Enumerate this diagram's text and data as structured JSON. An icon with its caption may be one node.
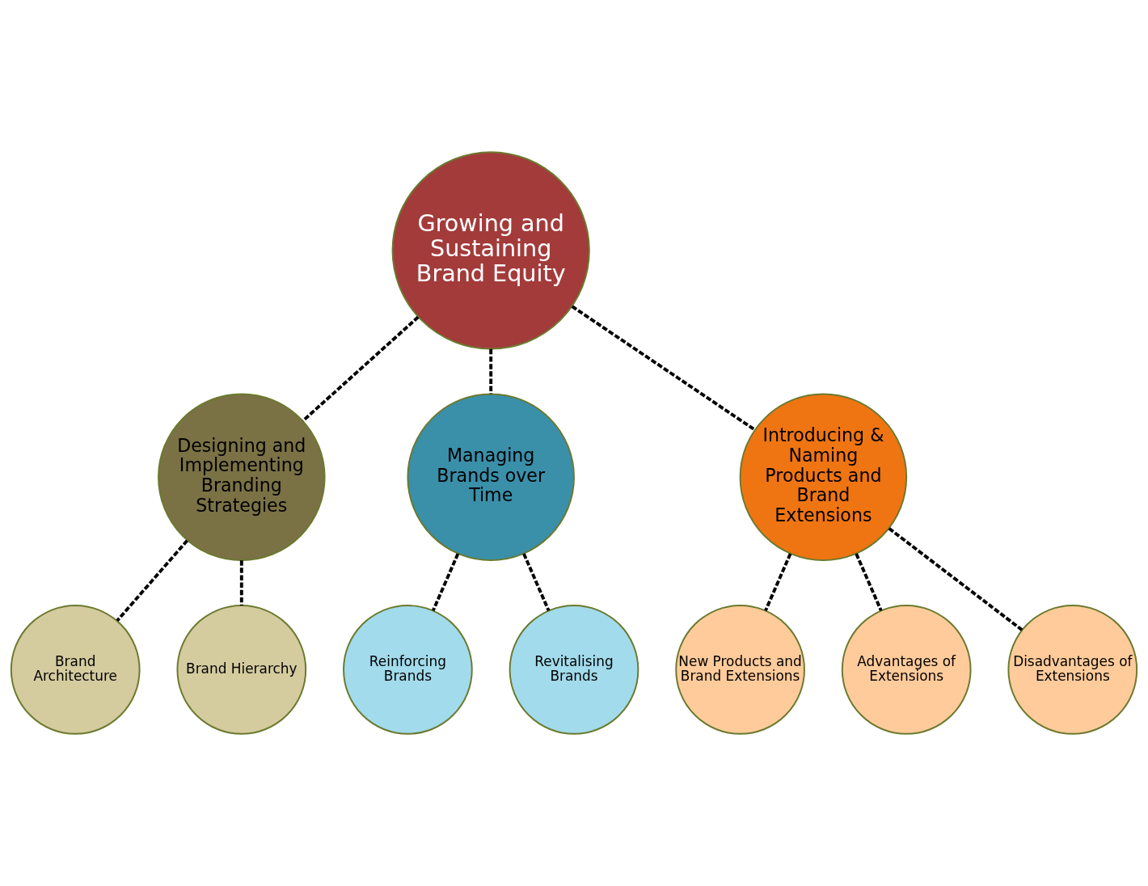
{
  "diagram": {
    "nodes": [
      {
        "text": [
          "Growing and Sustaining Brand Equity"
        ]
      },
      {
        "text": [
          "Brand Architecture"
        ]
      },
      {
        "text": [
          "Designing and Implementing Branding Strategies"
        ]
      },
      {
        "text": [
          "Managing Brands over Time"
        ]
      },
      {
        "text": [
          "Reinforcing Brands"
        ]
      },
      {
        "text": [
          "Brand Hierarchy"
        ]
      },
      {
        "text": [
          "Revitalising Brands"
        ]
      },
      {
        "text": [
          "Introducing & Naming Products and Brand Extensions"
        ]
      },
      {
        "text": [
          "New Products and Brand Extensions"
        ]
      },
      {
        "text": [
          "Advantages of Extensions"
        ]
      },
      {
        "text": [
          "Disadvantages of Extensions"
        ]
      }
    ],
    "edges": [
      {
        "from": 0,
        "to": 2,
        "arrow": "none",
        "style": "dashed"
      },
      {
        "from": 0,
        "to": 3,
        "arrow": "none",
        "style": "dashed"
      },
      {
        "from": 0,
        "to": 7,
        "arrow": "none",
        "style": "dashed"
      },
      {
        "from": 2,
        "to": 1,
        "arrow": "none",
        "style": "dashed"
      },
      {
        "from": 2,
        "to": 5,
        "arrow": "none",
        "style": "dashed"
      },
      {
        "from": 3,
        "to": 4,
        "arrow": "none",
        "style": "dashed"
      },
      {
        "from": 3,
        "to": 6,
        "arrow": "none",
        "style": "dashed"
      },
      {
        "from": 7,
        "to": 8,
        "arrow": "none",
        "style": "dashed"
      },
      {
        "from": 7,
        "to": 9,
        "arrow": "none",
        "style": "dashed"
      },
      {
        "from": 7,
        "to": 10,
        "arrow": "none",
        "style": "dashed"
      }
    ]
  }
}
